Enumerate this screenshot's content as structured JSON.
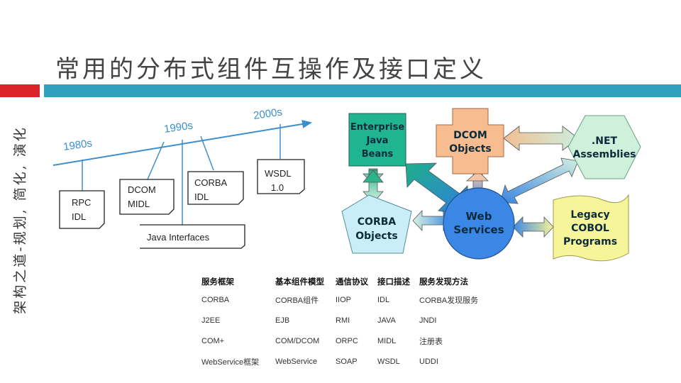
{
  "title": "常用的分布式组件互操作及接口定义",
  "side_text": "架构之道-规划, 简化, 演化",
  "colors": {
    "accent_red": "#d9222a",
    "accent_blue": "#2fa0bb",
    "timeline": "#3a8fd0"
  },
  "timeline": {
    "eras": [
      "1980s",
      "1990s",
      "2000s"
    ],
    "notes": [
      {
        "line1": "RPC",
        "line2": "IDL"
      },
      {
        "line1": "DCOM",
        "line2": "MIDL"
      },
      {
        "line1": "CORBA",
        "line2": "IDL"
      },
      {
        "line1": "WSDL",
        "line2": "1.0"
      },
      {
        "line1": "Java Interfaces",
        "line2": ""
      }
    ]
  },
  "diagram": {
    "nodes": {
      "ejb": [
        "Enterprise",
        "Java",
        "Beans"
      ],
      "dcom": [
        "DCOM",
        "Objects"
      ],
      "net": [
        ".NET",
        "Assemblies"
      ],
      "corba": [
        "CORBA",
        "Objects"
      ],
      "web": [
        "Web",
        "Services"
      ],
      "cobol": [
        "Legacy",
        "COBOL",
        "Programs"
      ]
    }
  },
  "table": {
    "headers": [
      "服务框架",
      "基本组件模型",
      "通信协议",
      "接口描述",
      "服务发现方法"
    ],
    "rows": [
      [
        "CORBA",
        "CORBA组件",
        "IIOP",
        "IDL",
        "CORBA发现服务"
      ],
      [
        "J2EE",
        "EJB",
        "RMI",
        "JAVA",
        "JNDI"
      ],
      [
        "COM+",
        "COM/DCOM",
        "ORPC",
        "MIDL",
        "注册表"
      ],
      [
        "WebService框架",
        "WebService",
        "SOAP",
        "WSDL",
        "UDDI"
      ]
    ]
  }
}
